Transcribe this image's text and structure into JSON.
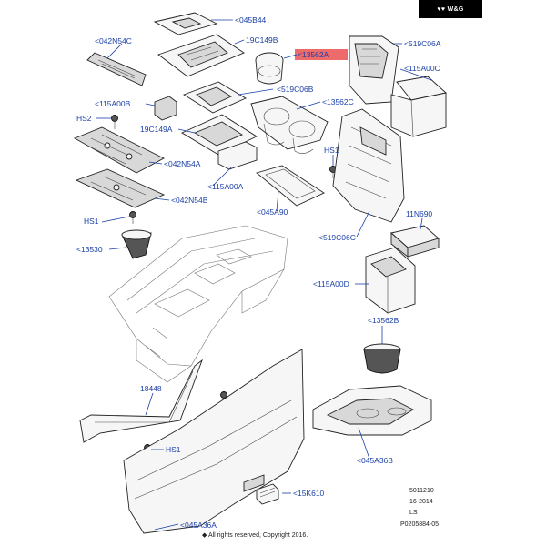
{
  "brand": "♥♥ W&G",
  "callouts": {
    "c045B44": "<045B44",
    "c19C149B": "19C149B",
    "c13562A": "<13562A",
    "c519C06A": "<519C06A",
    "c042N54C": "<042N54C",
    "c115A00C": "<115A00C",
    "c519C06B": "<519C06B",
    "c115A00B": "<115A00B",
    "c13562C": "<13562C",
    "cHS2": "HS2",
    "c19C149A": "19C149A",
    "cHS1a": "HS1",
    "c042N54A": "<042N54A",
    "c115A00A": "<115A00A",
    "c042N54B": "<042N54B",
    "c045A90": "<045A90",
    "cHS1b": "HS1",
    "c11N690": "11N690",
    "c519C06C": "<519C06C",
    "c13530": "<13530",
    "c115A00D": "<115A00D",
    "c13562B": "<13562B",
    "c18448": "18448",
    "cHS1c": "HS1",
    "c045A36B": "<045A36B",
    "c15K610": "<15K610",
    "c045A36A": "<045A36A"
  },
  "highlight_color": "#ee6b6b",
  "callout_color": "#1a3fa6",
  "meta": {
    "line1": "5011210",
    "line2": "16-2014",
    "line3": "LS",
    "line4": "P0205884-05"
  },
  "copyright": "◆ All rights reserved, Copyright 2016."
}
